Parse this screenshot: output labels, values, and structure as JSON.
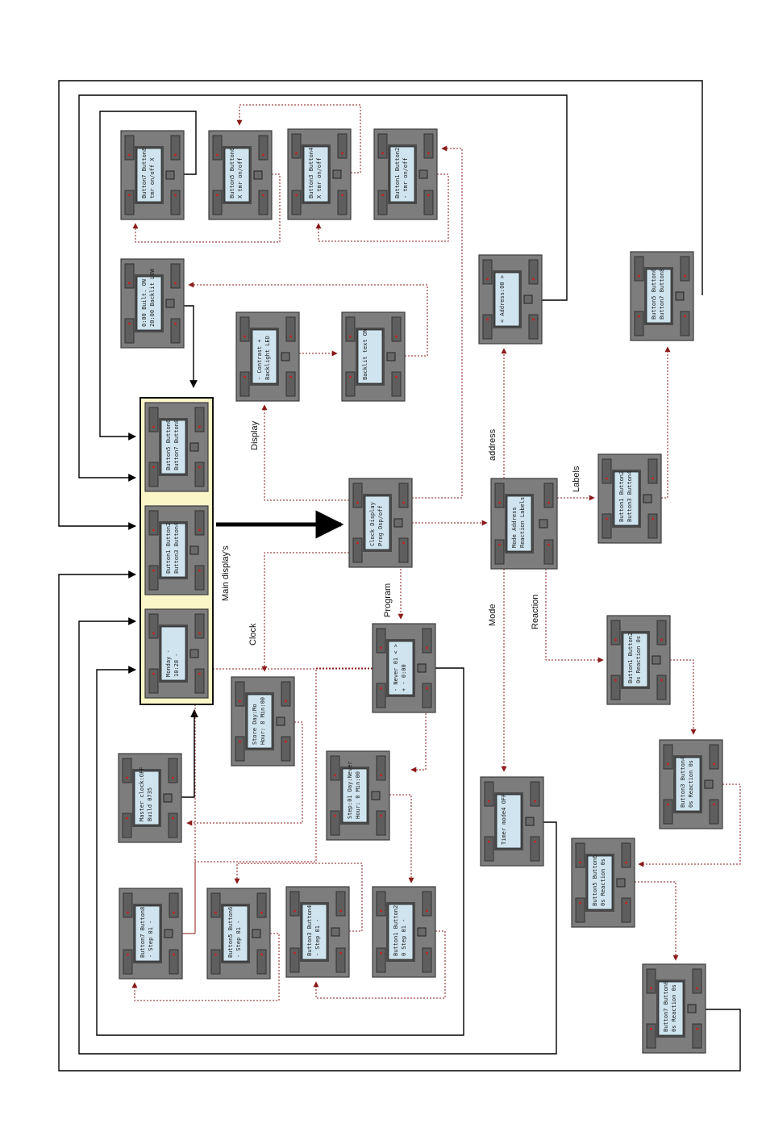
{
  "labels": {
    "main_displays": "Main display's",
    "display": "Display",
    "clock": "Clock",
    "program": "Program",
    "mode": "Mode",
    "address": "address",
    "labels": "Labels",
    "reaction": "Reaction"
  },
  "units": [
    {
      "id": "main-display-buttons-5-8",
      "lines": [
        "Button5 Button6",
        "Button7 Button8"
      ]
    },
    {
      "id": "main-display-buttons-1-4",
      "lines": [
        "Button1 Button2",
        "Button3 Button4"
      ]
    },
    {
      "id": "main-display-clock",
      "lines": [
        "Monday  -",
        "10:28   -"
      ]
    },
    {
      "id": "menu-main",
      "lines": [
        "Clock    Display",
        "Prog     Dsp/off"
      ]
    },
    {
      "id": "menu-settings",
      "lines": [
        "Mode     Address",
        "Reaction Labels"
      ]
    },
    {
      "id": "display-contrast",
      "lines": [
        "-  Contrast  +",
        "Backlight  LED"
      ]
    },
    {
      "id": "display-backlit",
      "lines": [
        "Backlit text ON",
        ""
      ]
    },
    {
      "id": "display-builtin",
      "lines": [
        "0:00 Built. ON",
        "20:00 Backlit LOW"
      ]
    },
    {
      "id": "button78-onoff",
      "lines": [
        "Button7 Button8",
        "tmr on/off  X"
      ]
    },
    {
      "id": "button56-onoff",
      "lines": [
        "Button5 Button6",
        "X  tmr on/off"
      ]
    },
    {
      "id": "button34-onoff",
      "lines": [
        "Button3 Button4",
        "X  tmr on/off"
      ]
    },
    {
      "id": "button12-onoff",
      "lines": [
        "Button1 Button2",
        "-  tmr on/off"
      ]
    },
    {
      "id": "address",
      "lines": [
        "<  Address:00  >",
        ""
      ]
    },
    {
      "id": "labels-1-4",
      "lines": [
        "Button1 Button2",
        "Button3 Button4"
      ]
    },
    {
      "id": "labels-5-8",
      "lines": [
        "Button5 Button6",
        "Button7 Button8"
      ]
    },
    {
      "id": "clock-set",
      "lines": [
        "Store   Day:Mo",
        "Hour: 8  Min:00"
      ]
    },
    {
      "id": "program-never",
      "lines": [
        "-  Never  01  <  >",
        "+  -   0:00"
      ]
    },
    {
      "id": "program-step",
      "lines": [
        "Step:01 Day:Never",
        "Hour: 0  Min:00"
      ]
    },
    {
      "id": "master-clock",
      "lines": [
        "Master clock:OFF",
        "Build 0735"
      ]
    },
    {
      "id": "step-78",
      "lines": [
        "Button7 Button8",
        "-  Step 01  -"
      ]
    },
    {
      "id": "step-56",
      "lines": [
        "Button5 Button6",
        "-  Step 01  -"
      ]
    },
    {
      "id": "step-34",
      "lines": [
        "Button3 Button4",
        "-  Step 01  -"
      ]
    },
    {
      "id": "step-12",
      "lines": [
        "Button1 Button2",
        "0  Step 01  -"
      ]
    },
    {
      "id": "timer-mode",
      "lines": [
        "Timer mode4 OFF",
        ""
      ]
    },
    {
      "id": "reaction-12",
      "lines": [
        "Button1 Button2",
        "0s  Reaction  0s"
      ]
    },
    {
      "id": "reaction-34",
      "lines": [
        "Button3 Button4",
        "0s  Reaction  0s"
      ]
    },
    {
      "id": "reaction-56",
      "lines": [
        "Button5 Button6",
        "0s  Reaction  0s"
      ]
    },
    {
      "id": "reaction-78",
      "lines": [
        "Button7 Button8",
        "0s  Reaction  0s"
      ]
    }
  ],
  "colors": {
    "unit_body": "#7d7d7d",
    "unit_border": "#3c3c3c",
    "button_fill": "#5e5e5e",
    "lcd": "#cfe4ef",
    "main_frame": "#fbf6c8",
    "solid_line": "#000000",
    "dotted_line": "#8b1a1a"
  }
}
